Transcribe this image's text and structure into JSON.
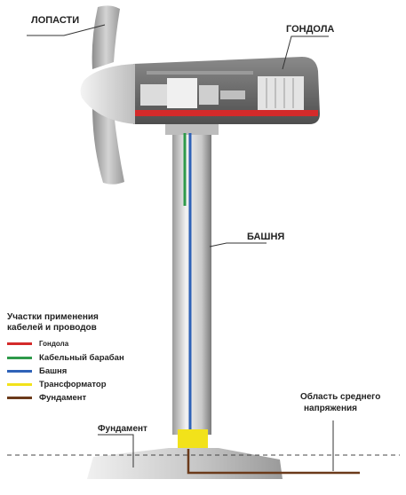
{
  "labels": {
    "blades": "ЛОПАСТИ",
    "nacelle": "ГОНДОЛА",
    "tower": "БАШНЯ",
    "foundation": "Фундамент",
    "mv_area_line1": "Область среднего",
    "mv_area_line2": "напряжения"
  },
  "legend": {
    "title_line1": "Участки применения",
    "title_line2": "кабелей и проводов",
    "items": [
      {
        "label": "Гондола",
        "color": "#d42a2a"
      },
      {
        "label": "Кабельный барабан",
        "color": "#2e9a4a"
      },
      {
        "label": "Башня",
        "color": "#2f62b8"
      },
      {
        "label": "Трансформатор",
        "color": "#f2e21a"
      },
      {
        "label": "Фундамент",
        "color": "#6b3a1a"
      }
    ]
  },
  "colors": {
    "body_dark": "#707070",
    "body_light": "#e6e6e6",
    "cable_nacelle": "#d42a2a",
    "cable_drum": "#2e9a4a",
    "cable_tower": "#2f62b8",
    "transformer": "#f2e21a",
    "cable_foundation": "#6b3a1a"
  }
}
